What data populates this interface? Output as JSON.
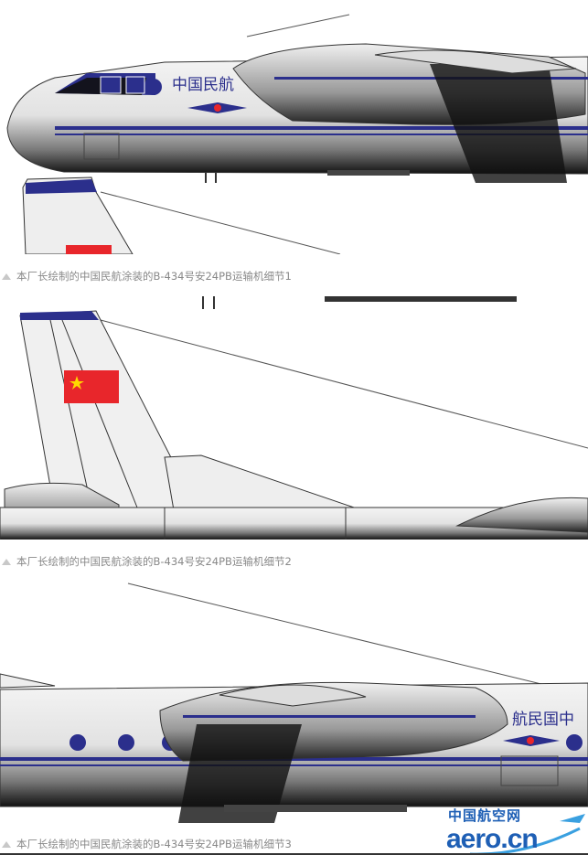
{
  "captions": [
    "本厂长绘制的中国民航涂装的B-434号安24PB运输机细节1",
    "本厂长绘制的中国民航涂装的B-434号安24PB运输机细节2",
    "本厂长绘制的中国民航涂装的B-434号安24PB运输机细节3"
  ],
  "livery": {
    "text_left": "中国民航",
    "text_right": "航民国中"
  },
  "logo": {
    "cn": "中国航空网",
    "en": "aero.cn"
  },
  "colors": {
    "stripe": "#2b2f8c",
    "flag": "#e8262b",
    "star": "#ffd800",
    "caption": "#888888",
    "logo": "#1e5fb5"
  }
}
